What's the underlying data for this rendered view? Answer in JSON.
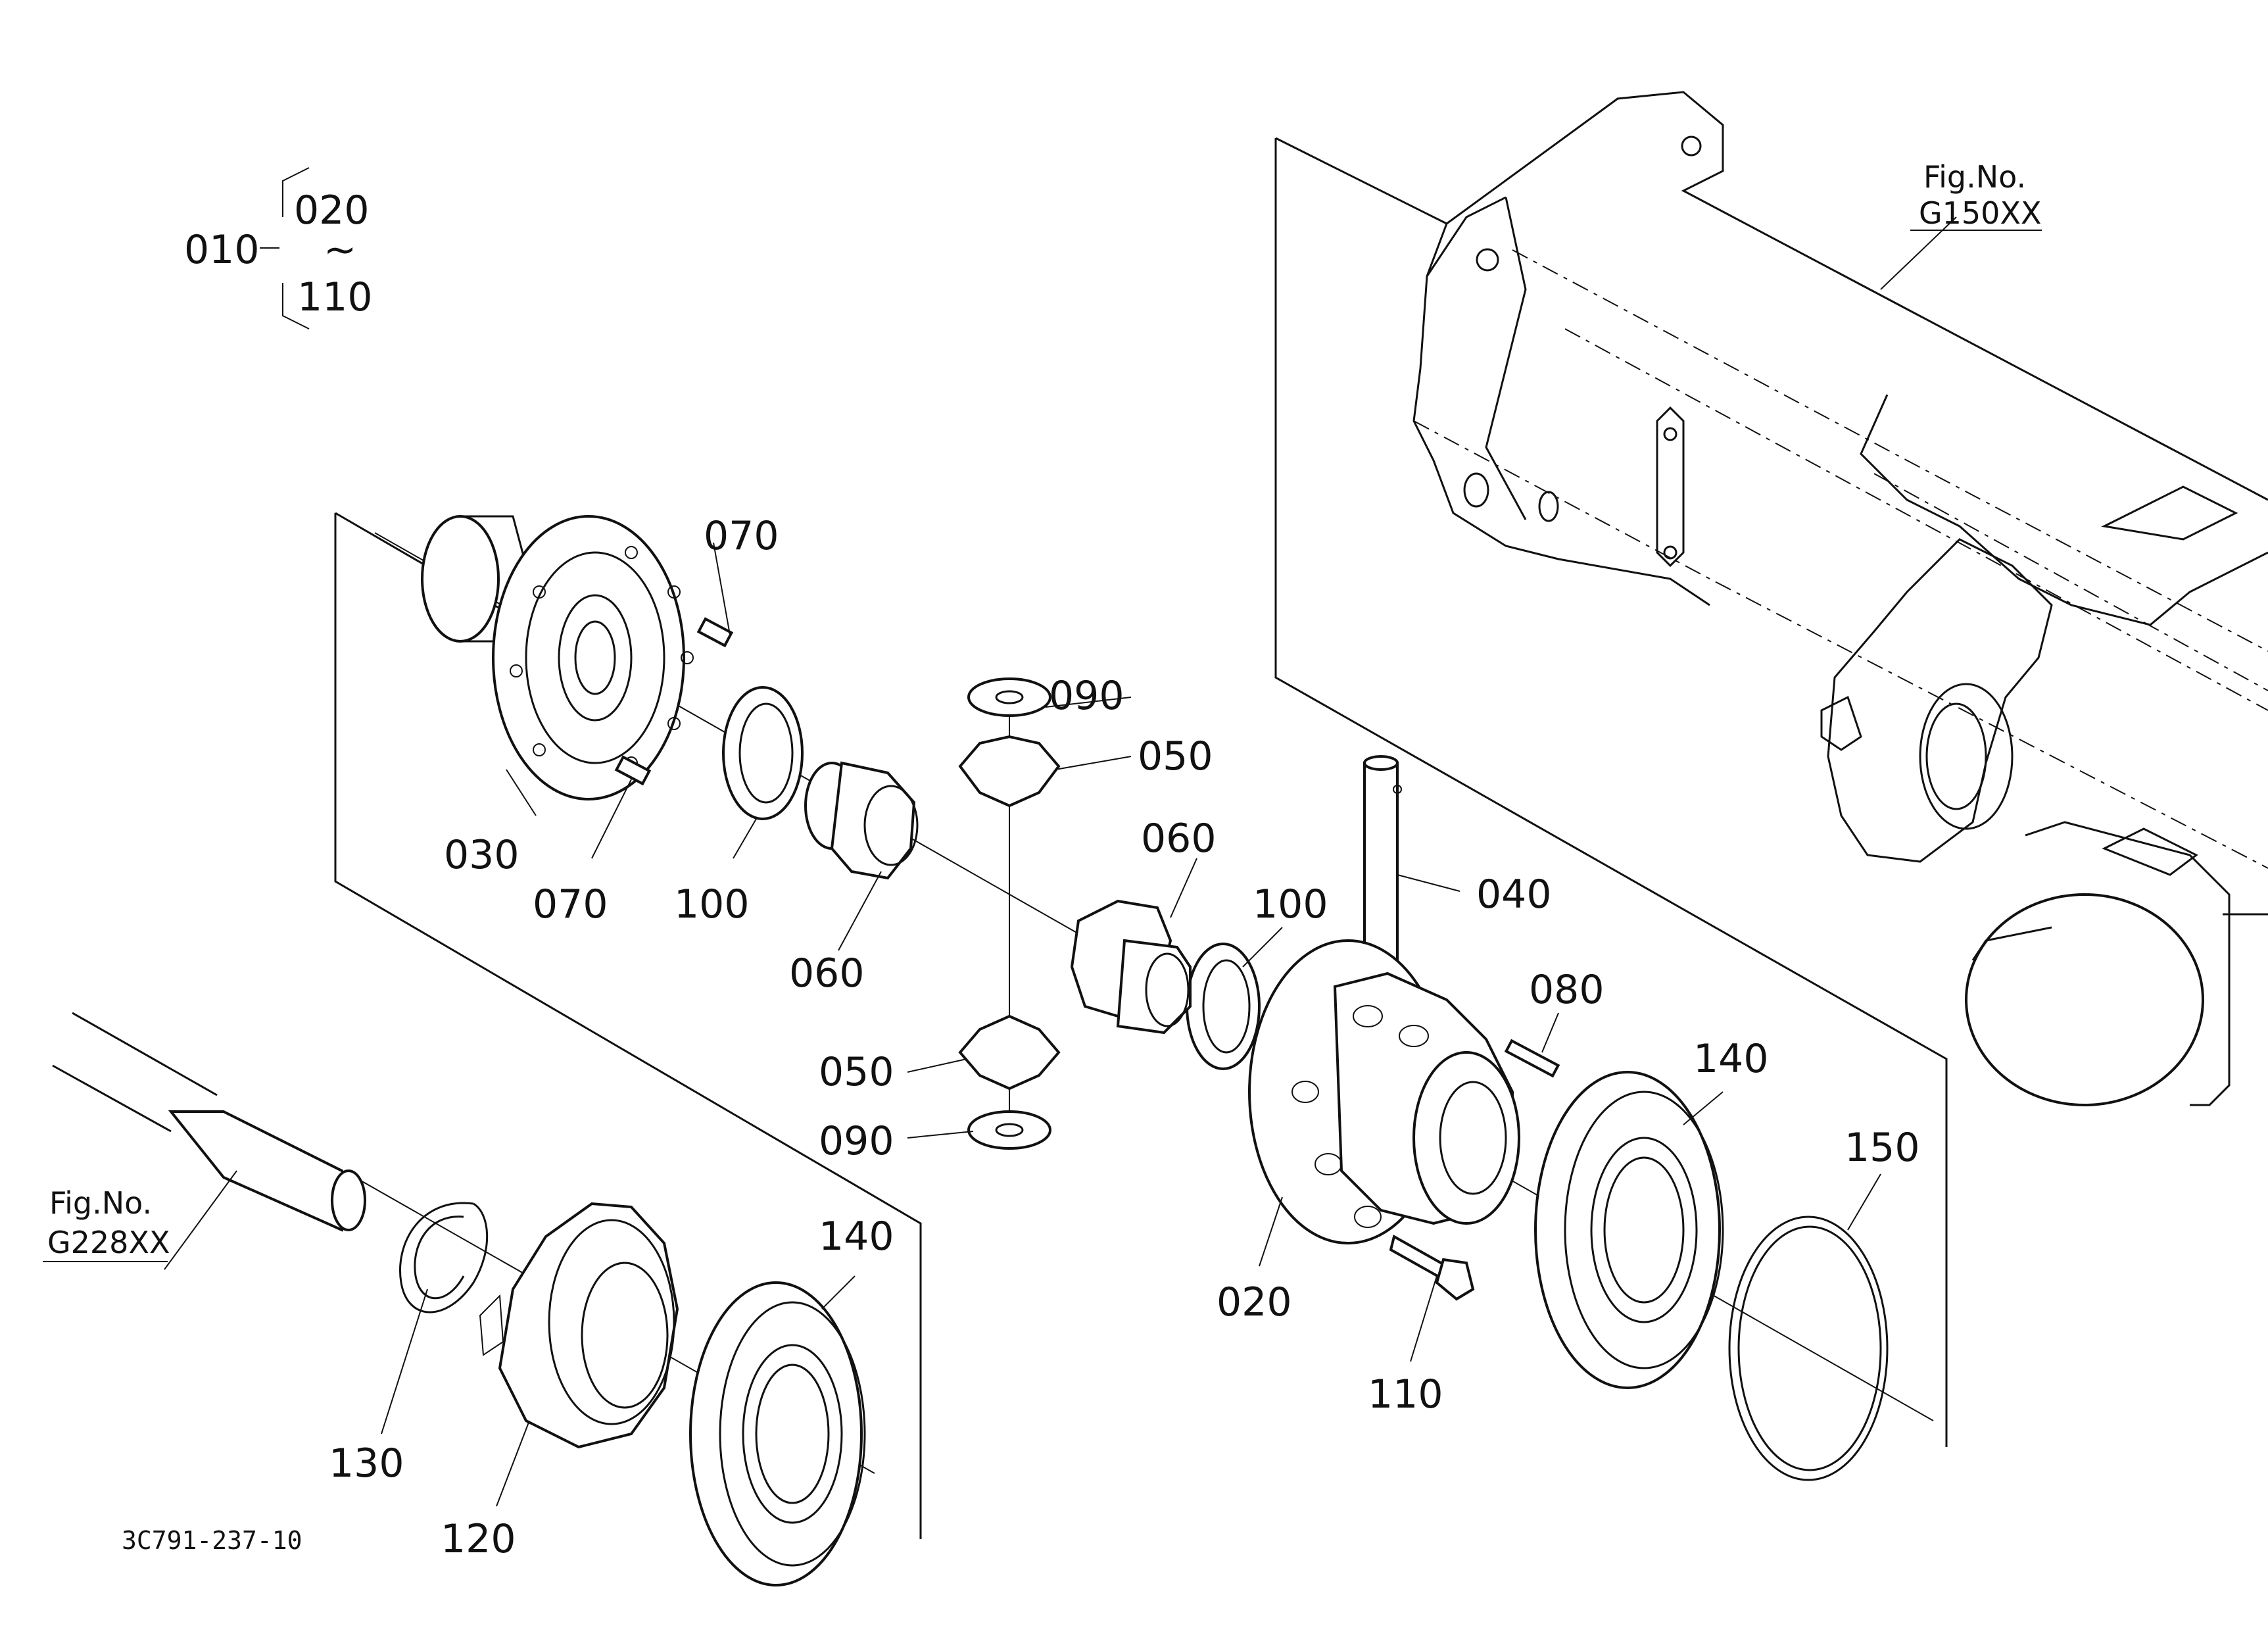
{
  "group": {
    "assembly": "010",
    "from": "020",
    "tilde": "~",
    "to": "110"
  },
  "callouts": {
    "c020": "020",
    "c030": "030",
    "c040": "040",
    "c050a": "050",
    "c050b": "050",
    "c060a": "060",
    "c060b": "060",
    "c070a": "070",
    "c070b": "070",
    "c080": "080",
    "c090a": "090",
    "c090b": "090",
    "c100a": "100",
    "c100b": "100",
    "c110": "110",
    "c120": "120",
    "c130": "130",
    "c140a": "140",
    "c140b": "140",
    "c150": "150"
  },
  "refs": [
    {
      "caption": "Fig.No.",
      "code": "G150XX"
    },
    {
      "caption": "Fig.No.",
      "code": "G228XX"
    }
  ],
  "drawing_code": "3C791-237-10"
}
